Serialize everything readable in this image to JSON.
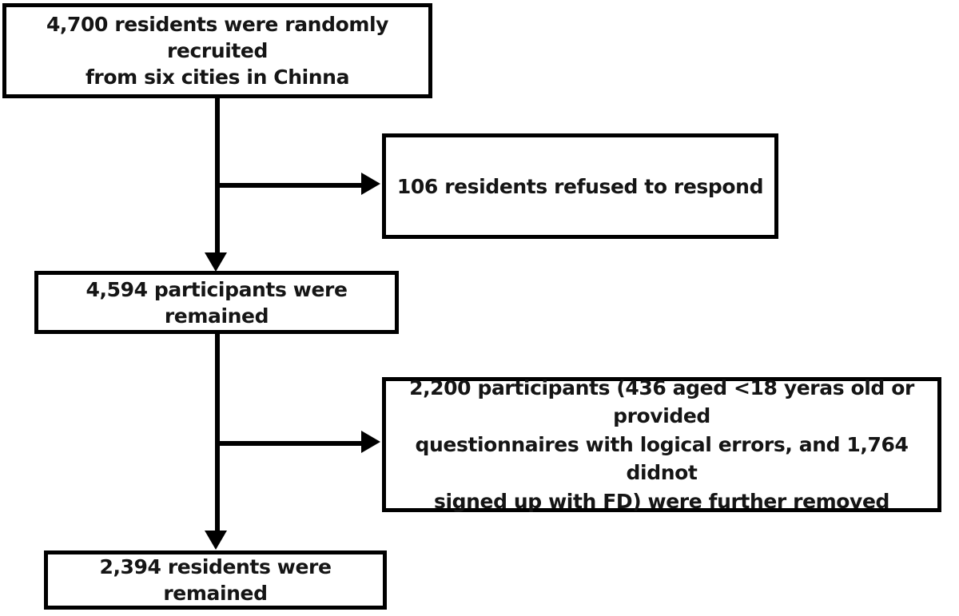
{
  "diagram": {
    "type": "flowchart",
    "title": "Participant recruitment and exclusion flow",
    "orientation": "top-to-bottom",
    "colors": {
      "box_border": "#000000",
      "box_fill": "#ffffff",
      "connector": "#000000",
      "text": "#151515",
      "background": "#ffffff"
    },
    "nodes": [
      {
        "id": "recruited",
        "role": "start",
        "text": "4,700 residents were randomly recruited from six cities in Chinna",
        "line1": "4,700 residents were randomly recruited",
        "line2": "from six cities in Chinna",
        "count": 4700
      },
      {
        "id": "refused",
        "role": "exclusion",
        "text": "106 residents refused to respond",
        "count": 106
      },
      {
        "id": "remained_1",
        "role": "intermediate",
        "text": "4,594 participants were remained",
        "count": 4594
      },
      {
        "id": "removed",
        "role": "exclusion",
        "text": "2,200 participants (436 aged <18 yeras old or provided questionnaires with logical errors, and 1,764 didnot signed up with FD) were further removed",
        "line1": "2,200 participants (436 aged <18 yeras old or provided",
        "line2": "questionnaires with logical errors, and 1,764 didnot",
        "line3": "signed up with FD) were further removed",
        "count": 2200,
        "sub_counts": [
          436,
          1764
        ]
      },
      {
        "id": "remained_2",
        "role": "end",
        "text": "2,394 residents were remained",
        "count": 2394
      }
    ],
    "edges": [
      {
        "from": "recruited",
        "to": "remained_1",
        "kind": "vertical-arrow"
      },
      {
        "from": "recruited",
        "to": "refused",
        "kind": "horizontal-arrow"
      },
      {
        "from": "remained_1",
        "to": "remained_2",
        "kind": "vertical-arrow"
      },
      {
        "from": "remained_1",
        "to": "removed",
        "kind": "horizontal-arrow"
      }
    ]
  }
}
